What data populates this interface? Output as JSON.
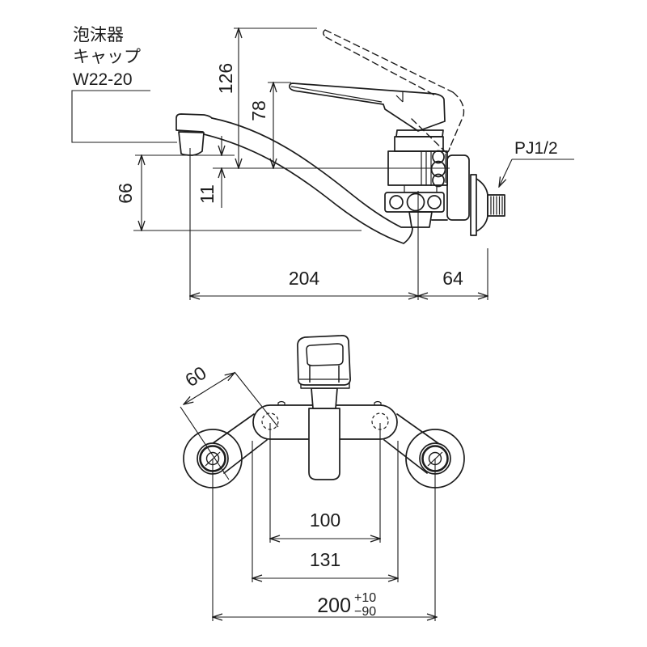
{
  "title": "wall-mount single-lever faucet dimension drawing",
  "colors": {
    "background": "#ffffff",
    "line": "#1c1c1c"
  },
  "callout": {
    "line1": "泡沫器",
    "line2": "キャップ",
    "line3": "W22-20"
  },
  "side_view": {
    "dim_height_open": "126",
    "dim_height_handle": "78",
    "dim_spout_drop": "11",
    "dim_spout_clearance": "66",
    "dim_reach": "204",
    "dim_wall_offset": "64",
    "thread_label": "PJ1/2"
  },
  "front_view": {
    "dim_eccentric_leg": "60",
    "dim_inlet_pitch": "100",
    "dim_body_width": "131",
    "dim_mount_pitch": "200",
    "tol_plus": "+10",
    "tol_minus": "−90"
  }
}
